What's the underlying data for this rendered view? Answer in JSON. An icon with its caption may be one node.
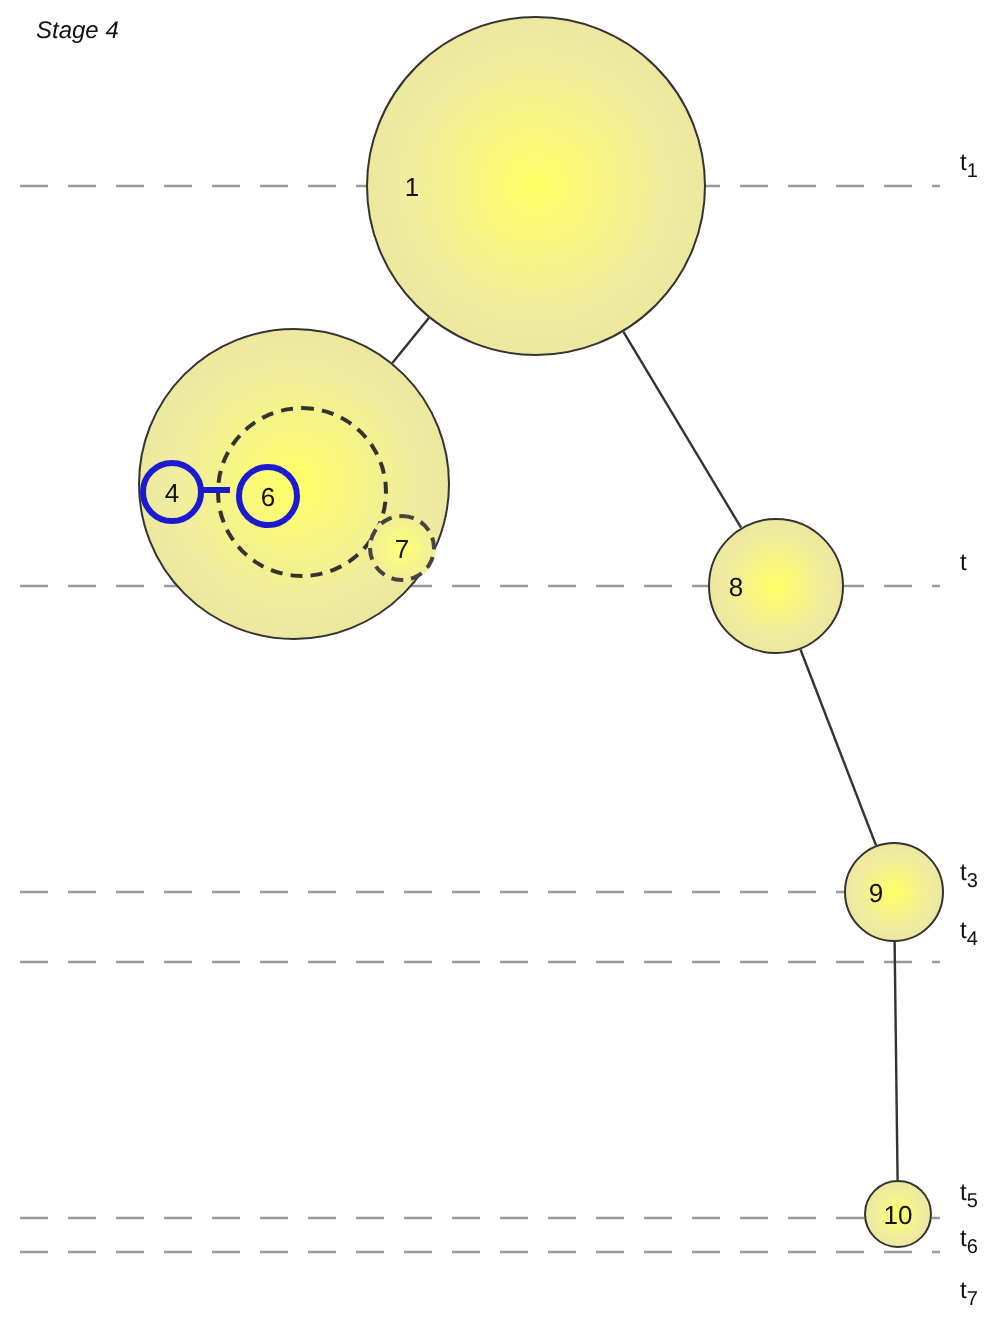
{
  "diagram": {
    "nodes": [
      {
        "text": [
          "1"
        ]
      },
      {
        "text": [],
        "shape": "circle"
      },
      {
        "text": [],
        "shape": "circle",
        "in": 1
      },
      {
        "text": [
          "4"
        ],
        "in": 1
      },
      {
        "text": [
          "6"
        ],
        "in": 2
      },
      {
        "text": [
          "7"
        ],
        "in": 1
      },
      {
        "text": [
          "8"
        ]
      },
      {
        "text": [
          "9"
        ]
      },
      {
        "text": [
          "10"
        ]
      }
    ],
    "edges": [
      {
        "from": 0,
        "to": 1,
        "arrow": "none"
      },
      {
        "from": 3,
        "to": 4,
        "arrow": "none",
        "color": "#1a1ad0",
        "style": "thick"
      },
      {
        "from": 0,
        "to": 6,
        "arrow": "none"
      },
      {
        "from": 6,
        "to": 7,
        "arrow": "none"
      },
      {
        "from": 7,
        "to": 8,
        "arrow": "none"
      }
    ],
    "labels": [
      "Stage 4",
      "t$_{1}$",
      "t",
      "t$_{3}$",
      "t$_{4}$",
      "t$_{5}$",
      "t$_{6}$",
      "t$_{7}$"
    ]
  }
}
